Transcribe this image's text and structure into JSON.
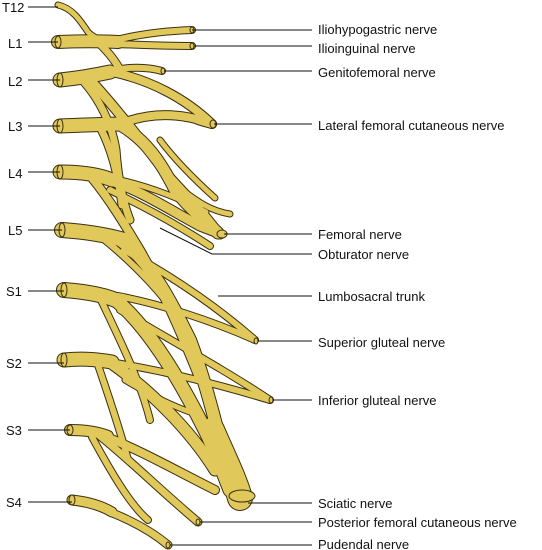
{
  "colors": {
    "nerve_fill": "#e0c85a",
    "nerve_outline": "#3a2f10",
    "label_text": "#111111",
    "background": "#ffffff"
  },
  "root_labels": [
    "T12",
    "L1",
    "L2",
    "L3",
    "L4",
    "L5",
    "S1",
    "S2",
    "S3",
    "S4"
  ],
  "nerve_labels": [
    "Iliohypogastric nerve",
    "Ilioinguinal nerve",
    "Genitofemoral nerve",
    "Lateral femoral cutaneous nerve",
    "Femoral nerve",
    "Obturator nerve",
    "Lumbosacral trunk",
    "Superior gluteal nerve",
    "Inferior gluteal nerve",
    "Sciatic nerve",
    "Posterior femoral cutaneous nerve",
    "Pudendal nerve"
  ]
}
